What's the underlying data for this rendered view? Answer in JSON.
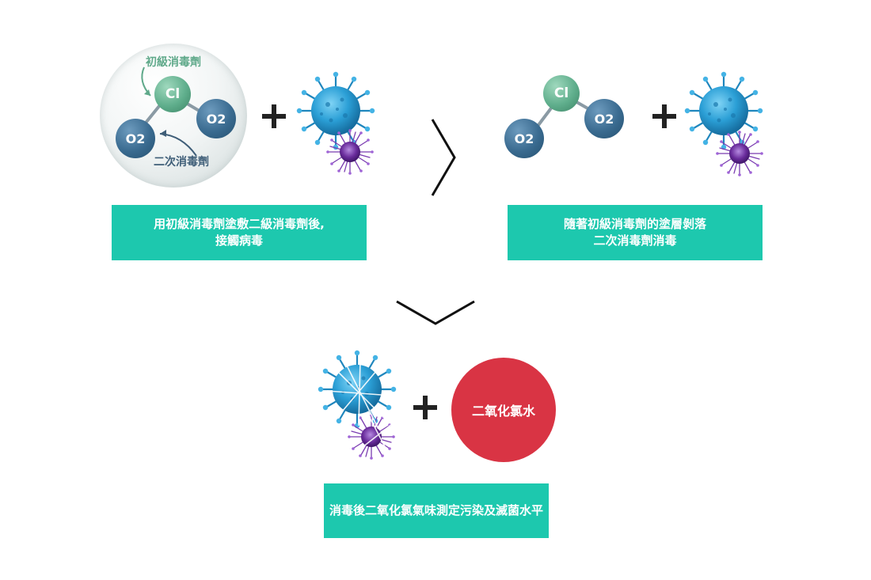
{
  "colors": {
    "caption_bg": "#1dc8ae",
    "chlorine_atom": "#5fae8c",
    "oxygen_atom": "#3a6b90",
    "virus_blue": "#2b9fd6",
    "virus_purple": "#6a2c9c",
    "red_circle": "#d93444",
    "arrow": "#111111"
  },
  "step1": {
    "labels": {
      "primary_disinfectant": "初級消毒劑",
      "secondary_disinfectant": "二次消毒劑"
    },
    "molecule": {
      "center_atom": "Cl",
      "oxygen_left": "O2",
      "oxygen_right": "O2"
    },
    "caption": {
      "line1": "用初級消毒劑塗敷二級消毒劑後,",
      "line2": "接觸病毒"
    }
  },
  "step2": {
    "molecule": {
      "center_atom": "Cl",
      "oxygen_left": "O2",
      "oxygen_right": "O2"
    },
    "caption": {
      "line1": "隨著初級消毒劑的塗層剝落",
      "line2": "二次消毒劑消毒"
    }
  },
  "step3": {
    "circle_label": "二氧化氯水",
    "caption": {
      "line1": "消毒後二氧化氯氣味測定污染及滅菌水平"
    }
  },
  "icons": [
    "plus-icon",
    "chevron-right-icon",
    "chevron-down-icon",
    "virus-icon",
    "sterilized-virus-icon",
    "curved-arrow-icon"
  ]
}
